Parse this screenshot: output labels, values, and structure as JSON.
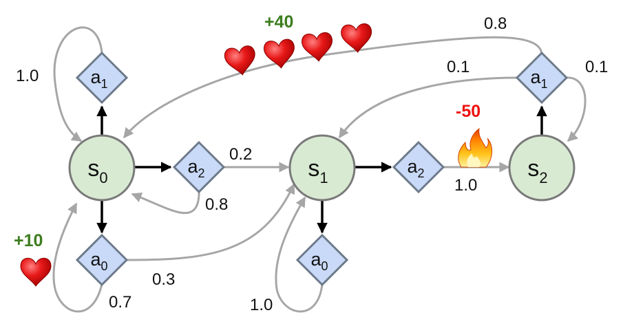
{
  "states": [
    {
      "id": "s0",
      "base": "s",
      "sub": "0"
    },
    {
      "id": "s1",
      "base": "s",
      "sub": "1"
    },
    {
      "id": "s2",
      "base": "s",
      "sub": "2"
    }
  ],
  "actions": [
    {
      "id": "s0-a1",
      "base": "a",
      "sub": "1"
    },
    {
      "id": "s0-a2",
      "base": "a",
      "sub": "2"
    },
    {
      "id": "s0-a0",
      "base": "a",
      "sub": "0"
    },
    {
      "id": "s1-a2",
      "base": "a",
      "sub": "2"
    },
    {
      "id": "s1-a0",
      "base": "a",
      "sub": "0"
    },
    {
      "id": "s2-a1",
      "base": "a",
      "sub": "1"
    }
  ],
  "probabilities": {
    "s0_a1_to_s0": "1.0",
    "s0_a2_to_s1": "0.2",
    "s0_a2_to_s0": "0.8",
    "s0_a0_to_s1": "0.3",
    "s0_a0_to_s0": "0.7",
    "s1_a0_to_s1": "1.0",
    "s1_a2_to_s2": "1.0",
    "s2_a1_to_s0": "0.8",
    "s2_a1_to_s1": "0.1",
    "s2_a1_to_s2": "0.1"
  },
  "rewards": {
    "plus_40": "+40",
    "plus_10": "+10",
    "minus_50": "-50"
  },
  "colors": {
    "state_fill": "#d9ead3",
    "state_stroke": "#7a7a7a",
    "action_fill": "#c9daf8",
    "action_stroke": "#6d7a8a",
    "gray_arrow": "#a6a6a6",
    "black_arrow": "#000000",
    "positive_reward": "#3d7d1f",
    "negative_reward": "#ee1111",
    "heart": "#e01010"
  },
  "icons": [
    "heart-icon",
    "fire-icon"
  ]
}
